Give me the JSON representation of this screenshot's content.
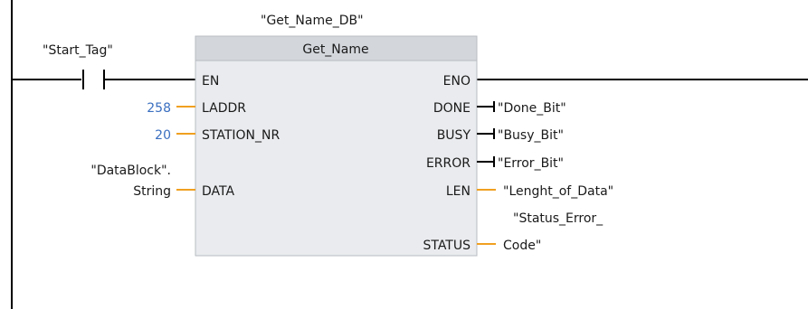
{
  "instance_db": "\"Get_Name_DB\"",
  "block": {
    "name": "Get_Name",
    "inputs": [
      "EN",
      "LADDR",
      "STATION_NR",
      "DATA"
    ],
    "outputs": [
      "ENO",
      "DONE",
      "BUSY",
      "ERROR",
      "LEN",
      "STATUS"
    ]
  },
  "contact": {
    "tag": "\"Start_Tag\""
  },
  "input_params": {
    "laddr_value": "258",
    "station_nr_value": "20",
    "data_tag_line1": "\"DataBlock\".",
    "data_tag_line2": "String"
  },
  "output_params": {
    "done_tag": "\"Done_Bit\"",
    "busy_tag": "\"Busy_Bit\"",
    "error_tag": "\"Error_Bit\"",
    "len_tag": "\"Lenght_of_Data\"",
    "status_tag_line1": "\"Status_Error_",
    "status_tag_line2": "Code\""
  },
  "colors": {
    "block_fill": "#e9ebee",
    "block_header": "#d3d7dc",
    "block_border": "#b8bcc2",
    "wire": "#000000",
    "param_wire": "#f0a020",
    "constant_text": "#3a6fc0"
  }
}
